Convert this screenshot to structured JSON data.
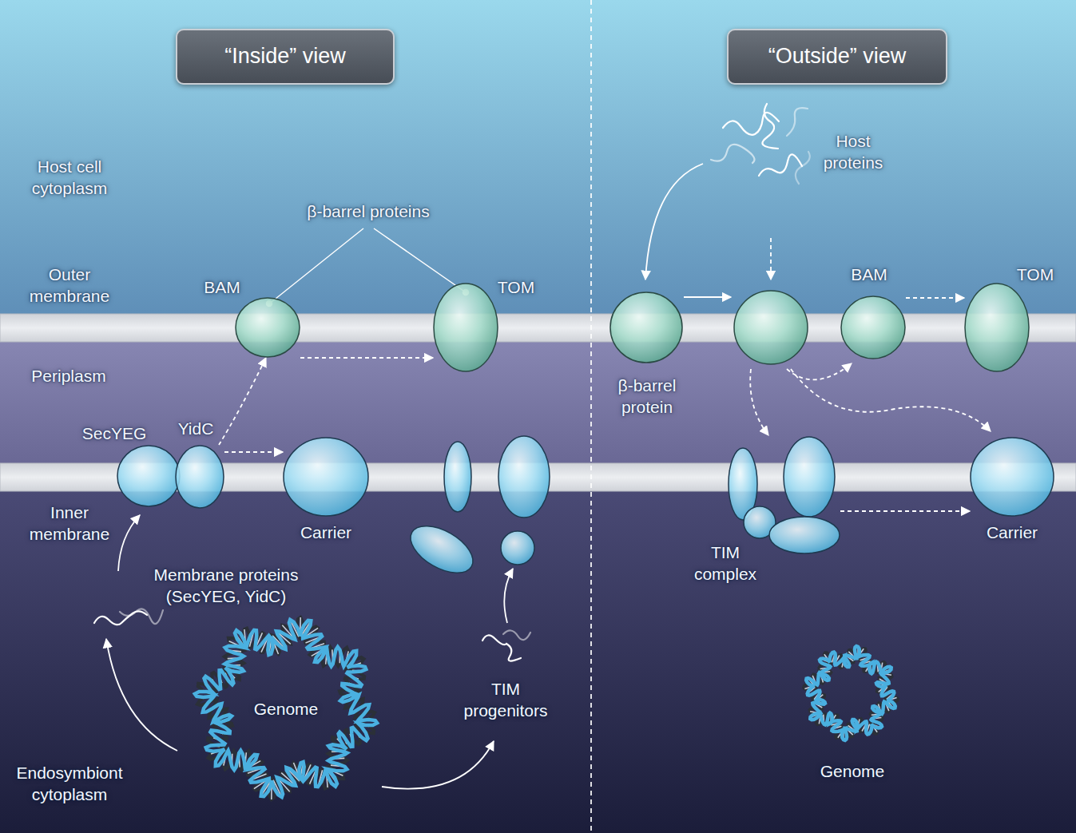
{
  "diagram": {
    "nodes": [
      {
        "text": [
          "“Inside” view"
        ]
      },
      {
        "text": [
          "“Outside” view"
        ]
      },
      {
        "text": [
          "BAM"
        ]
      },
      {
        "text": [
          "TOM"
        ]
      },
      {
        "text": [
          "SecYEG"
        ]
      },
      {
        "text": [
          "YidC"
        ]
      },
      {
        "text": [
          "Carrier"
        ]
      },
      {
        "text": [
          "Genome"
        ]
      },
      {
        "text": [
          "β-barrel protein"
        ]
      },
      {
        "text": [
          "BAM"
        ]
      },
      {
        "text": [
          "TOM"
        ]
      },
      {
        "text": [
          "TIM complex"
        ]
      },
      {
        "text": [
          "Carrier"
        ]
      },
      {
        "text": [
          "Genome"
        ]
      }
    ],
    "edges": [
      {
        "from": 5,
        "to": 6,
        "arrow": "to"
      },
      {
        "from": 5,
        "to": 2,
        "arrow": "to"
      },
      {
        "from": 2,
        "to": 3,
        "arrow": "to"
      },
      {
        "from": 9,
        "to": 10,
        "arrow": "to"
      },
      {
        "from": 11,
        "to": 12,
        "arrow": "to"
      }
    ],
    "labels": [
      "Host cell cytoplasm",
      "β-barrel proteins",
      "Outer membrane",
      "Periplasm",
      "Inner membrane",
      "Membrane proteins (SecYEG, YidC)",
      "TIM progenitors",
      "Endosymbiont cytoplasm",
      "Host proteins"
    ]
  }
}
